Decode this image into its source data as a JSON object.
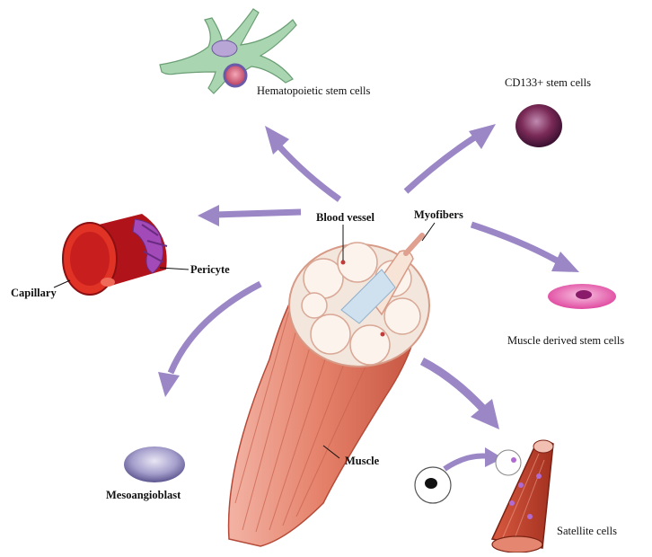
{
  "labels": {
    "hematopoietic": "Hematopoietic stem cells",
    "cd133": "CD133+ stem cells",
    "blood_vessel": "Blood vessel",
    "myofibers": "Myofibers",
    "pericyte": "Pericyte",
    "capillary": "Capillary",
    "muscle_derived": "Muscle derived stem cells",
    "muscle": "Muscle",
    "mesoangioblast": "Mesoangioblast",
    "satellite": "Satellite cells"
  },
  "colors": {
    "arrow": "#9b86c6",
    "muscle": "#e2806a",
    "muscle_dark": "#c0503e",
    "fiber_bundle": "#f3e6dc",
    "hsc_body": "#9fcfa7",
    "cd133_cell": "#7a2a56",
    "msc_cell": "#e463a9",
    "capillary": "#cc1e1e",
    "pericyte": "#a050b8",
    "mesoangioblast": "#8c84b8"
  }
}
